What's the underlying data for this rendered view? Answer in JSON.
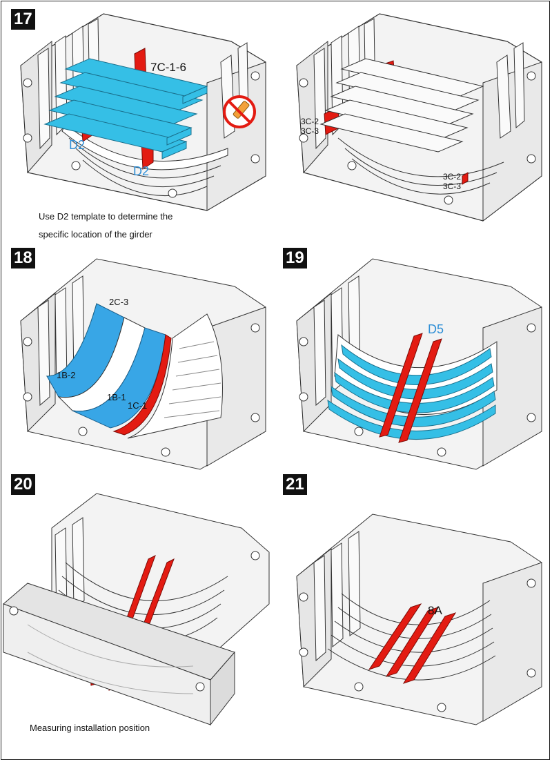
{
  "steps": [
    {
      "number": "17",
      "labels": {
        "part_main": "7C-1-6",
        "d2_left": "D2",
        "d2_bottom": "D2"
      },
      "caption_line1": "Use D2 template to determine the",
      "caption_line2": "specific location of the girder",
      "right_labels": {
        "a1": "3C-2",
        "a2": "3C-3",
        "b1": "3C-2",
        "b2": "3C-3"
      }
    },
    {
      "number": "18",
      "labels": {
        "l1": "2C-3",
        "l2": "1B-2",
        "l3": "1B-1",
        "l4": "1C-1"
      }
    },
    {
      "number": "19",
      "labels": {
        "l1": "D5"
      }
    },
    {
      "number": "20",
      "caption": "Measuring installation position"
    },
    {
      "number": "21",
      "labels": {
        "l1": "8A"
      }
    }
  ],
  "icons": [
    "no-glue-icon"
  ],
  "colors": {
    "blue": "#35bfe6",
    "red": "#e31b12",
    "green": "#2bb33a",
    "hull": "#f2f2f2",
    "outline": "#333333"
  }
}
